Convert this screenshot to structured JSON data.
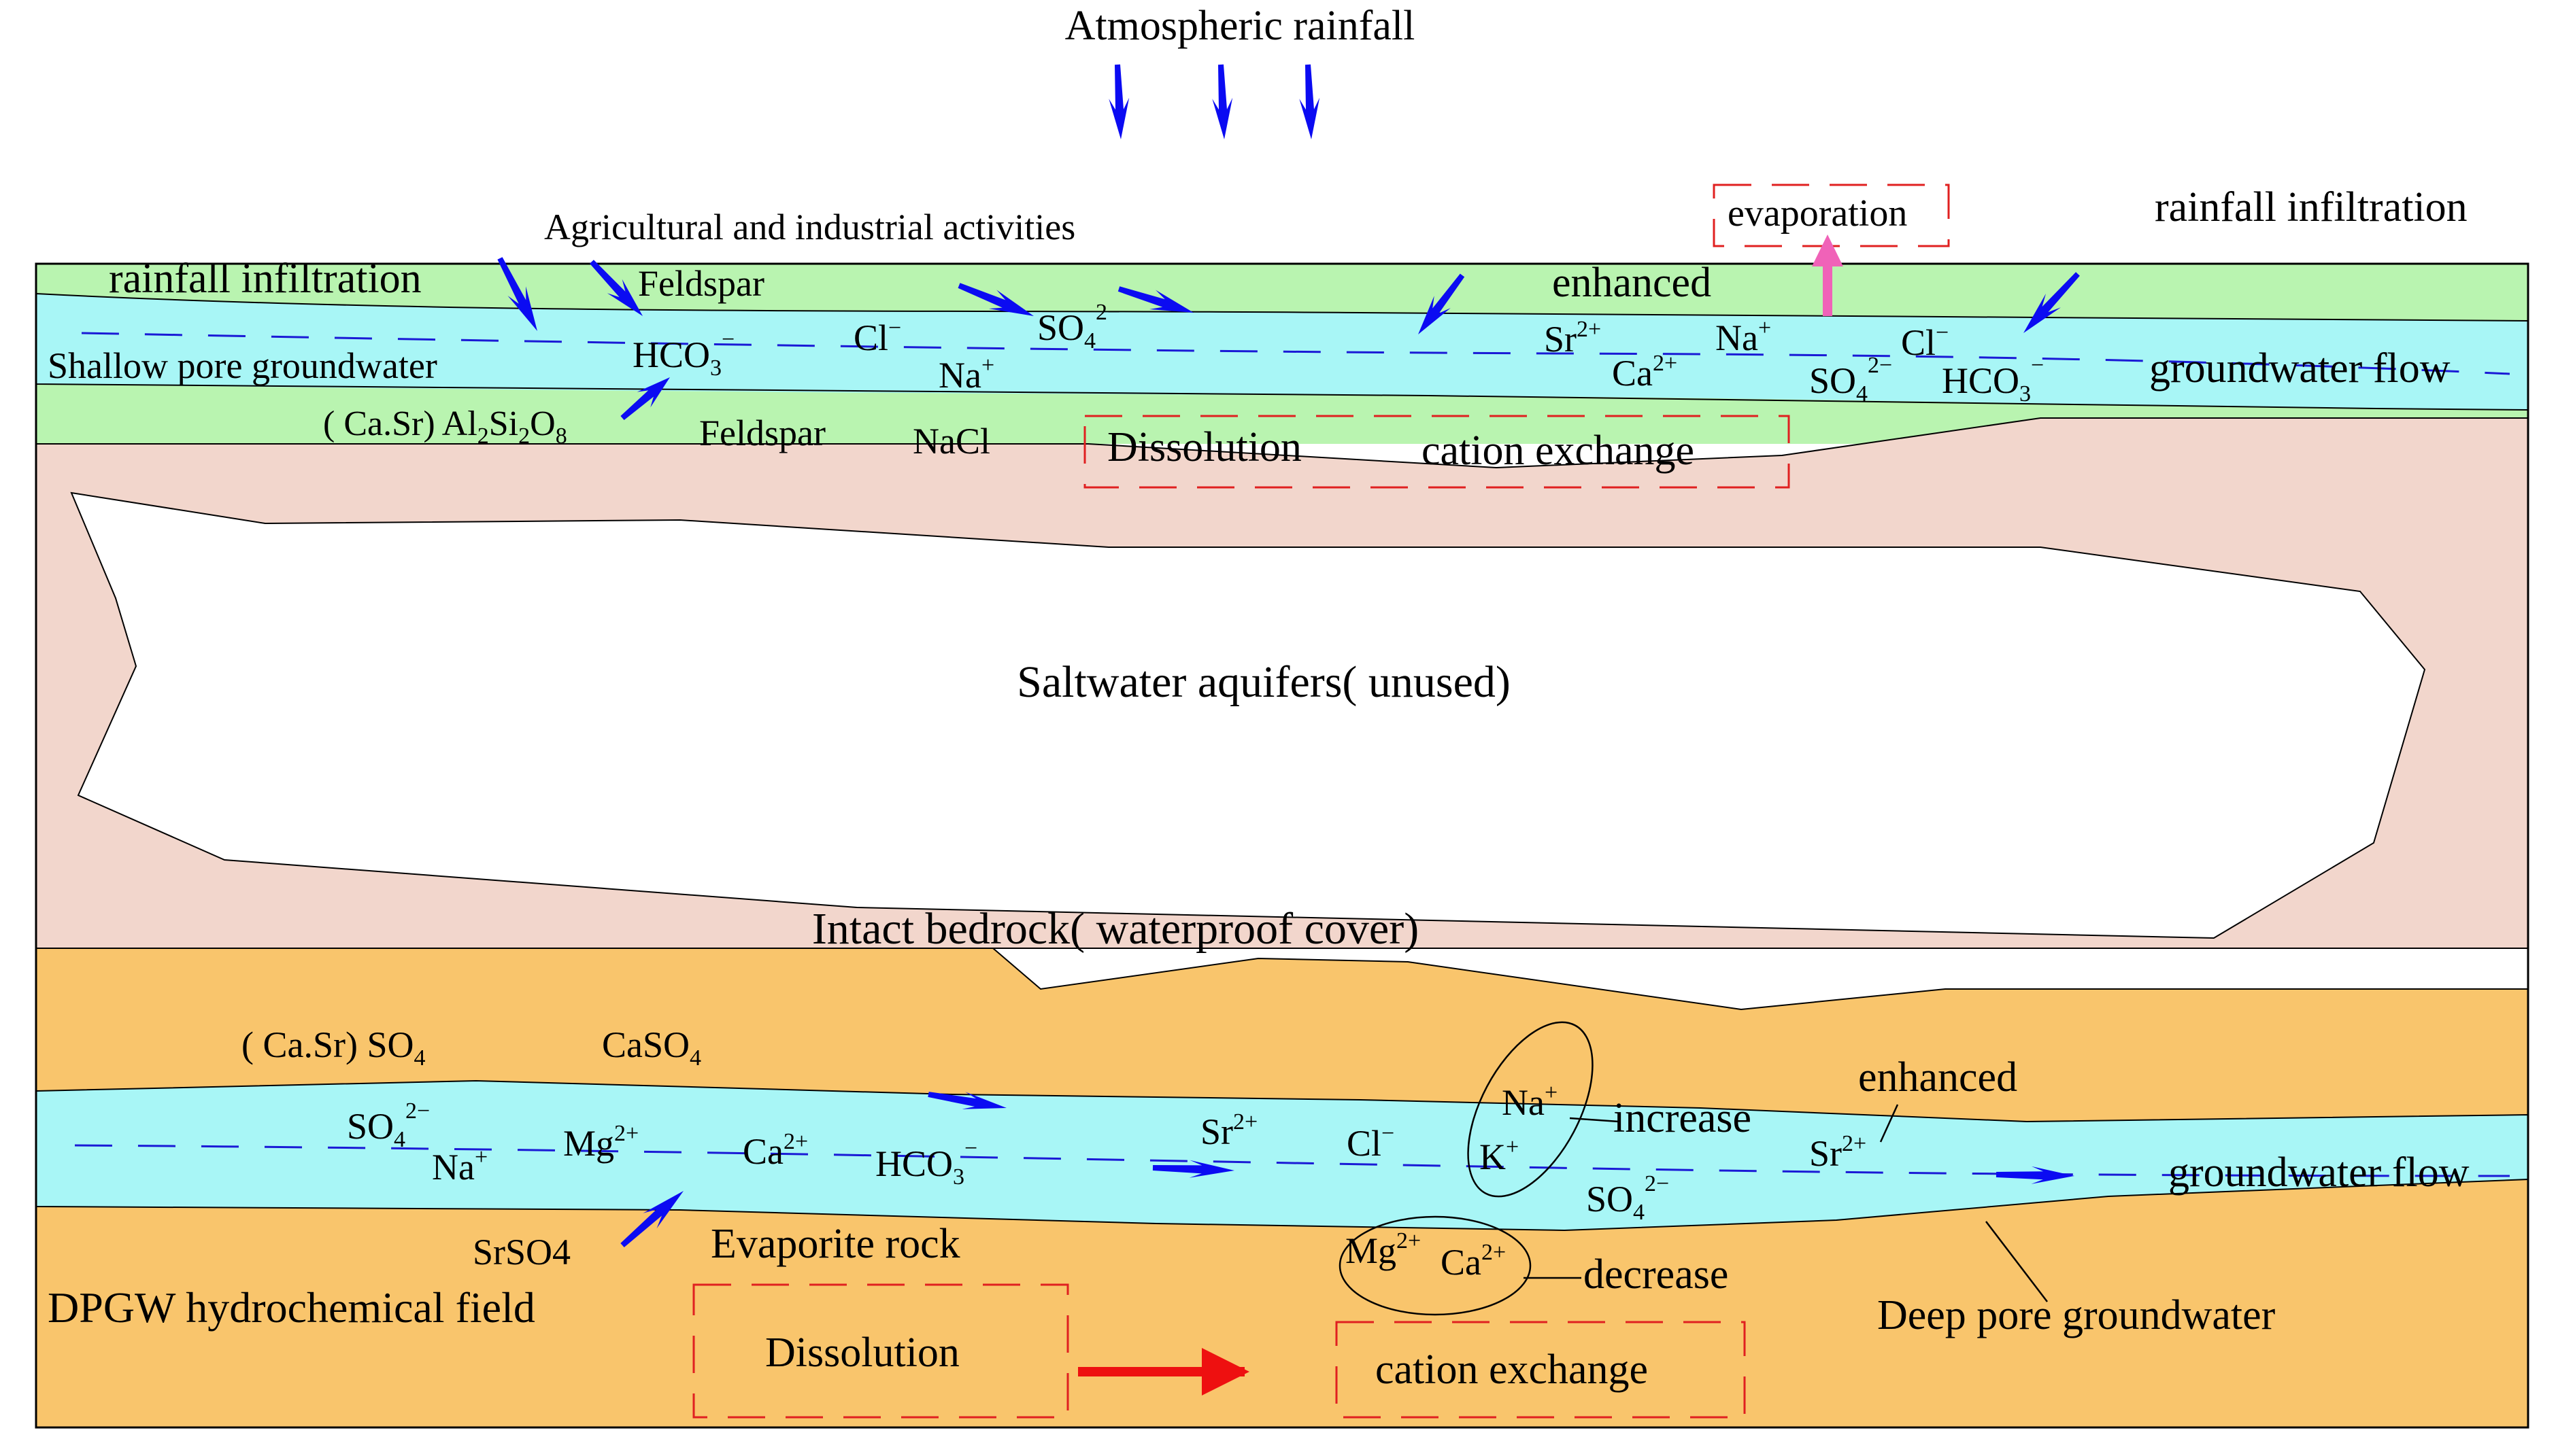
{
  "colors": {
    "soil": "#b9f4b0",
    "shallow_water": "#a8f6f6",
    "bedrock": "#f2d6cc",
    "deep_layer": "#f9c56c",
    "arrow_blue": "#0b0bf2",
    "arrow_pink": "#f062b8",
    "arrow_red": "#ee1010",
    "box_red": "#e02020",
    "text_blue": "#1a1ad6",
    "text_green": "#19e619",
    "text_red": "#ee1010",
    "flow_dash": "#1a1ad6"
  },
  "top": {
    "rainfall": "Atmospheric rainfall",
    "agri": "Agricultural and industrial activities",
    "evaporation": "evaporation",
    "rain_infiltration_right": "rainfall  infiltration"
  },
  "shallow": {
    "rain_infiltration": "rainfall  infiltration",
    "feldspar_top": "Feldspar",
    "shallow_label": "Shallow  pore  groundwater",
    "enhanced": "enhanced",
    "flow_label": "groundwater  flow",
    "feldspar_bottom": "Feldspar",
    "nacl": "NaCl",
    "mineral_prefix": "( Ca.Sr) Al",
    "dissolution": "Dissolution",
    "cation_exchange": "cation  exchange"
  },
  "middle": {
    "saltwater": "Saltwater  aquifers(   unused)",
    "bedrock": "Intact  bedrock( waterproof  cover)"
  },
  "deep": {
    "casrso4": "( Ca.Sr) SO",
    "caso4": "CaSO",
    "srso4": "SrSO4",
    "evaporite": "Evaporite  rock",
    "field": "DPGW  hydrochemical  field",
    "increase": "increase",
    "enhanced": "enhanced",
    "decrease": "decrease",
    "flow_label": "groundwater  flow",
    "deep_label": "Deep  pore  groundwater",
    "dissolution": "Dissolution",
    "cation_exchange": "cation  exchange"
  }
}
